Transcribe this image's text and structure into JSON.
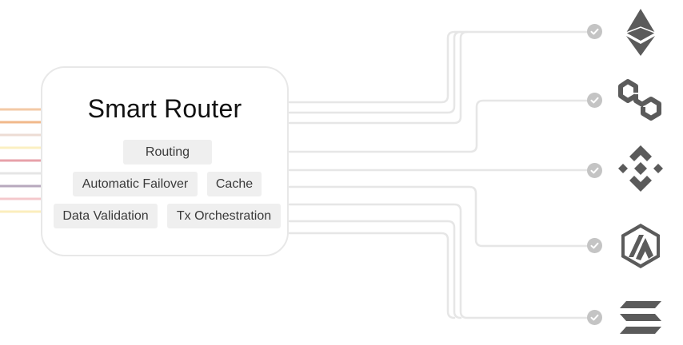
{
  "router": {
    "title": "Smart Router",
    "features": {
      "routing": "Routing",
      "failover": "Automatic Failover",
      "cache": "Cache",
      "validation": "Data Validation",
      "orchestration": "Tx Orchestration"
    }
  },
  "incoming_line_colors": [
    "#f3c9a5",
    "#f1b98b",
    "#eddcd4",
    "#fbf0c2",
    "#e7a1a9",
    "#e5e5e5",
    "#b7a8bd",
    "#f4c8cc",
    "#fbeebd"
  ],
  "wire_color": "#e6e6e6",
  "check_color": "#c4c4c4",
  "logo_color": "#5b5b5b",
  "chains": [
    {
      "icon": "ethereum-icon"
    },
    {
      "icon": "polygon-icon"
    },
    {
      "icon": "bnb-chain-icon"
    },
    {
      "icon": "arbitrum-icon"
    },
    {
      "icon": "solana-icon"
    }
  ]
}
